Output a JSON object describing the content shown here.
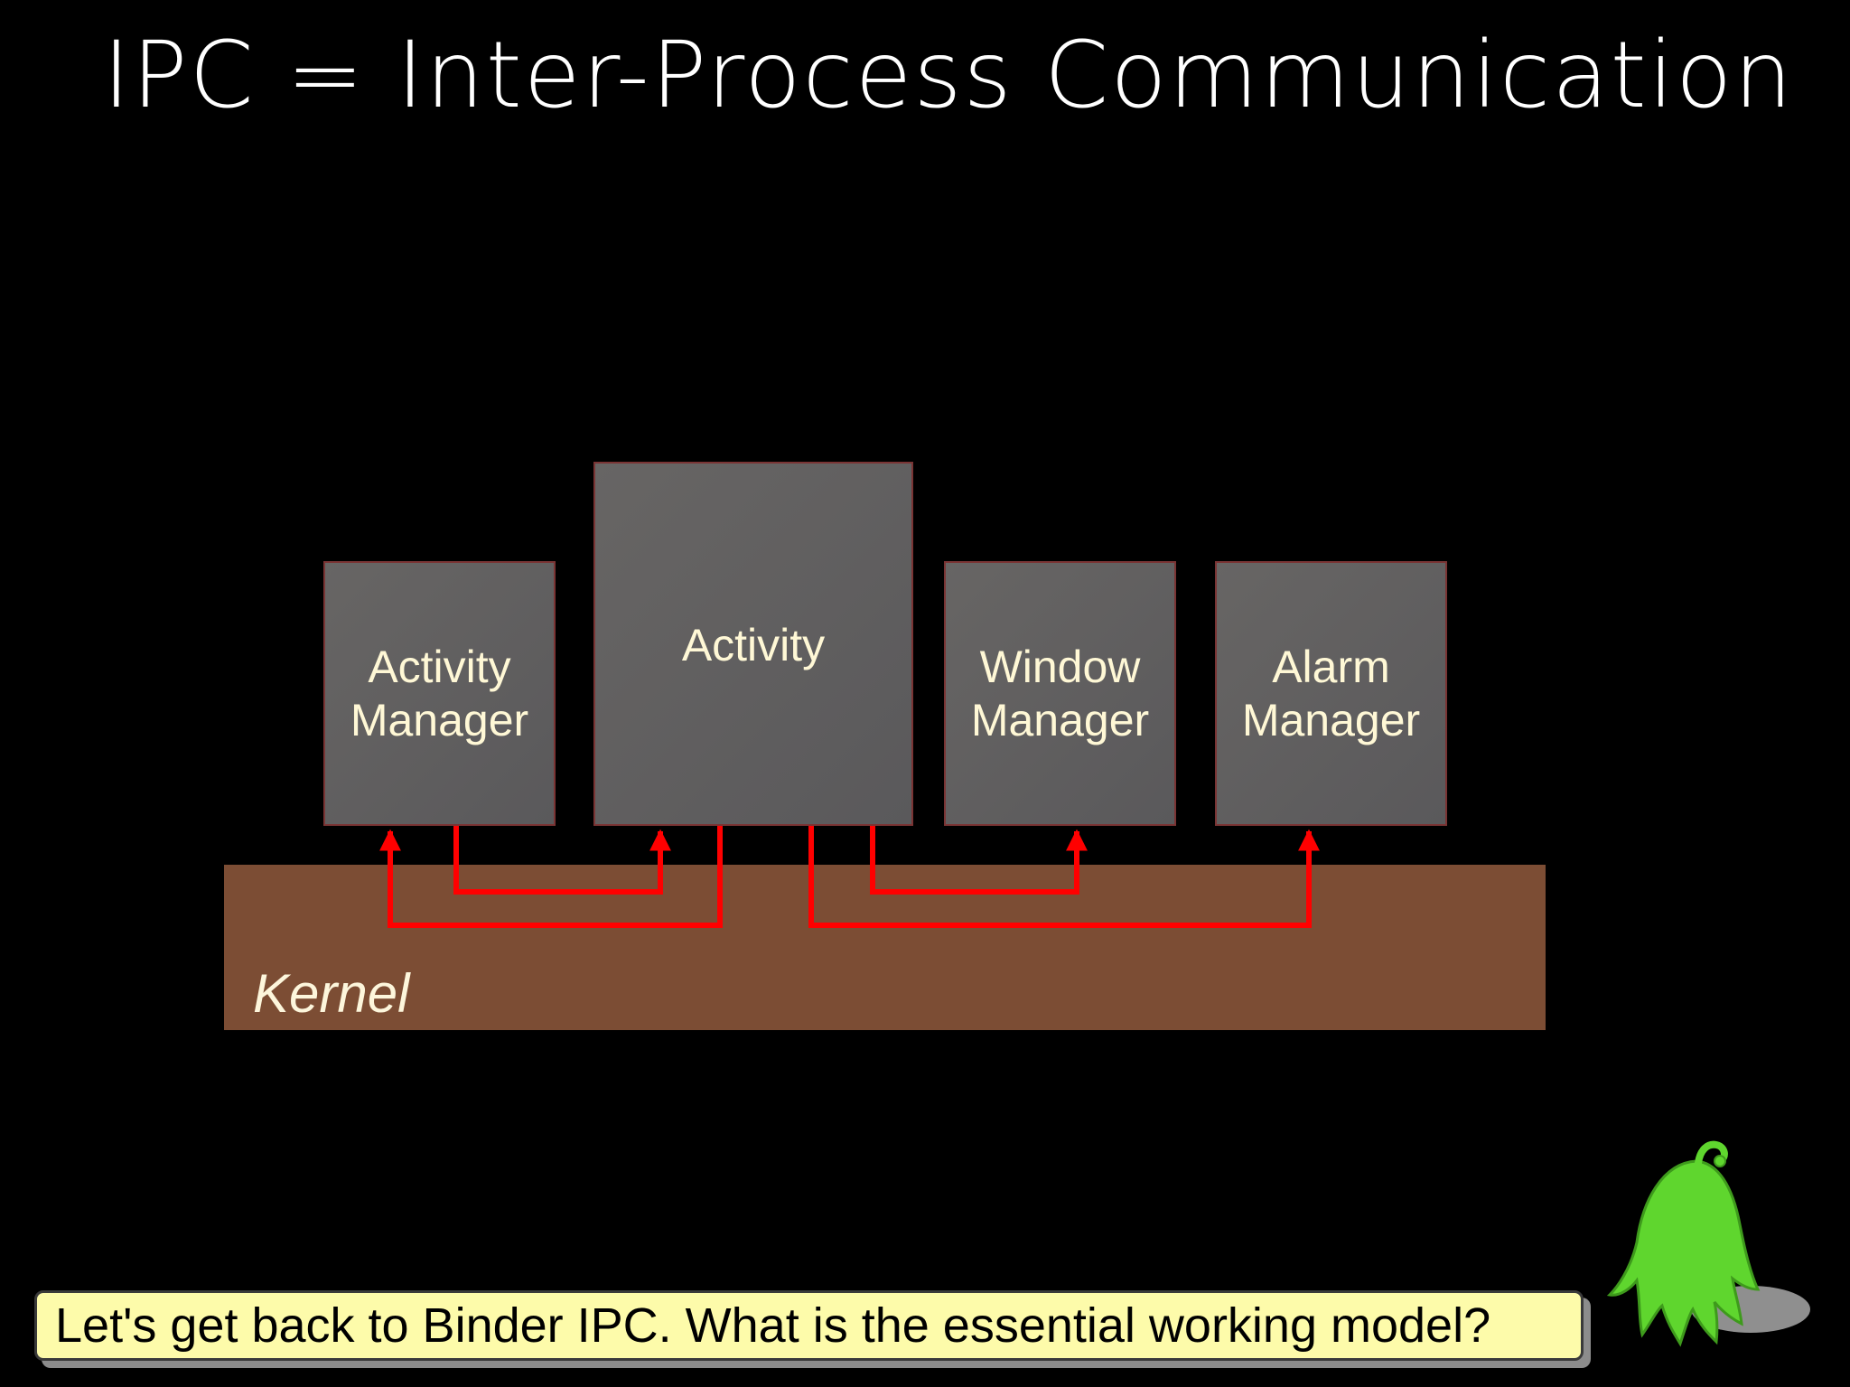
{
  "slide": {
    "title": "IPC = Inter-Process Communication"
  },
  "diagram": {
    "processes": [
      {
        "id": "activity-manager",
        "line1": "Activity",
        "line2": "Manager"
      },
      {
        "id": "activity",
        "line1": "Activity",
        "line2": ""
      },
      {
        "id": "window-manager",
        "line1": "Window",
        "line2": "Manager"
      },
      {
        "id": "alarm-manager",
        "line1": "Alarm",
        "line2": "Manager"
      }
    ],
    "kernel_label": "Kernel",
    "colors": {
      "background": "#000000",
      "process_box": "#626162",
      "kernel": "#7c4d34",
      "ipc_arrow": "#ff0000",
      "label_text": "#fff8d6",
      "callout_fill": "#fdfbaa",
      "mascot": "#5fd62e"
    }
  },
  "callout": {
    "text": "Let's get back to Binder IPC.  What is the essential working model?"
  },
  "mascot": {
    "icon": "green-ghost-mascot-icon"
  }
}
